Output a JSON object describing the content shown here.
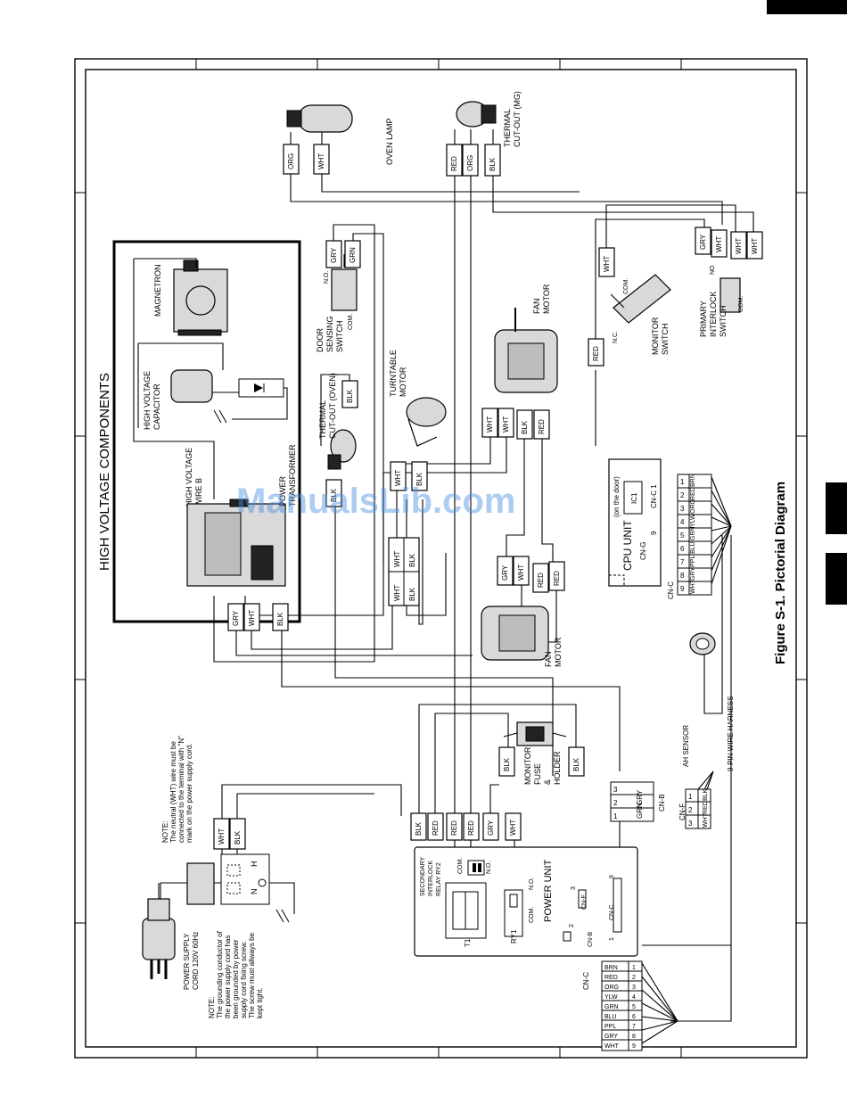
{
  "title": "Figure S-1. Pictorial Diagram",
  "hv_header": "HIGH VOLTAGE COMPONENTS",
  "watermark": "ManualsLib.com",
  "components": {
    "oven_lamp": "OVEN LAMP",
    "thermal_mg": [
      "THERMAL",
      "CUT-OUT (MG)"
    ],
    "magnetron": "MAGNETRON",
    "hv_capacitor": [
      "HIGH VOLTAGE",
      "CAPACITOR"
    ],
    "hv_wire_b": [
      "HIGH VOLTAGE",
      "WIRE B"
    ],
    "power_transformer": [
      "POWER",
      "TRANSFORMER"
    ],
    "door_sensing": [
      "DOOR",
      "SENSING",
      "SWITCH"
    ],
    "thermal_oven": [
      "THERMAL",
      "CUT-OUT (OVEN)"
    ],
    "turntable_motor": [
      "TURNTABLE",
      "MOTOR"
    ],
    "fan_motor_top": [
      "FAN",
      "MOTOR"
    ],
    "fan_motor_bottom": [
      "FAN",
      "MOTOR"
    ],
    "monitor_switch": [
      "MONITOR",
      "SWITCH"
    ],
    "primary_interlock": [
      "PRIMARY",
      "INTERLOCK",
      "SWITCH"
    ],
    "cpu_unit": "CPU UNIT",
    "cpu_note": "(on the door)",
    "ic1": "IC1",
    "monitor_fuse": [
      "MONITOR",
      "FUSE",
      "&",
      "HOLDER"
    ],
    "ah_sensor": "AH SENSOR",
    "harness": "9-PIN WIRE HARNESS",
    "power_unit": "POWER UNIT",
    "secondary_relay": [
      "SECONDARY",
      "INTERLOCK",
      "RELAY RY2"
    ],
    "t1": "T1",
    "ry1": "RY1",
    "power_cord": [
      "POWER SUPPLY",
      "CORD 120V 60Hz"
    ]
  },
  "switch_labels": {
    "no": "N.O.",
    "com": "COM.",
    "nc": "N.C.",
    "no_short": "NO"
  },
  "notes": {
    "neutral": [
      "NOTE:",
      "The neutral (WHT) wire must be",
      "connected to the terminal with \"N\"",
      "mark on the power supply cord."
    ],
    "ground": [
      "NOTE:",
      "The grounding conductor of",
      "the power supply cord has",
      "been grounded by power",
      "supply cord fixing screw.",
      "The screw must allways be",
      "kept tight."
    ]
  },
  "wire_tags": {
    "org": "ORG",
    "wht": "WHT",
    "red": "RED",
    "blk": "BLK",
    "gry": "GRY",
    "grn": "GRN"
  },
  "connectors": {
    "cn_c": "CN-C",
    "cn_b": "CN-B",
    "cn_f": "CN-F",
    "cn_g": "CN-G",
    "cn_c_1": "CN-C 1",
    "cn_c_table": [
      {
        "color": "BRN",
        "pin": "1"
      },
      {
        "color": "RED",
        "pin": "2"
      },
      {
        "color": "ORG",
        "pin": "3"
      },
      {
        "color": "YLW",
        "pin": "4"
      },
      {
        "color": "GRN",
        "pin": "5"
      },
      {
        "color": "BLU",
        "pin": "6"
      },
      {
        "color": "PPL",
        "pin": "7"
      },
      {
        "color": "GRY",
        "pin": "8"
      },
      {
        "color": "WHT",
        "pin": "9"
      }
    ],
    "cpu_pins": [
      "9",
      "8",
      "7",
      "6",
      "5",
      "4",
      "3",
      "2",
      "1"
    ],
    "cpu_colors": [
      "WHT",
      "GRY",
      "PPL",
      "BLU",
      "GRN",
      "YLW",
      "ORG",
      "RED",
      "BRN"
    ],
    "cn_b_rows": [
      {
        "pin": "3",
        "color": "GRY"
      },
      {
        "pin": "2",
        "color": ""
      },
      {
        "pin": "1",
        "color": "GRN"
      }
    ],
    "cn_f_rows": [
      {
        "pin": "1",
        "color": "BLK"
      },
      {
        "pin": "2",
        "color": "RED"
      },
      {
        "pin": "3",
        "color": "WHT"
      }
    ],
    "nine": "9",
    "one": "1",
    "two": "2",
    "three": "3"
  },
  "cord_marks": {
    "n": "N",
    "h": "H"
  },
  "colors": {
    "line": "#000000",
    "component": "#d9d9d9",
    "watermark": "#4a8fe0"
  }
}
